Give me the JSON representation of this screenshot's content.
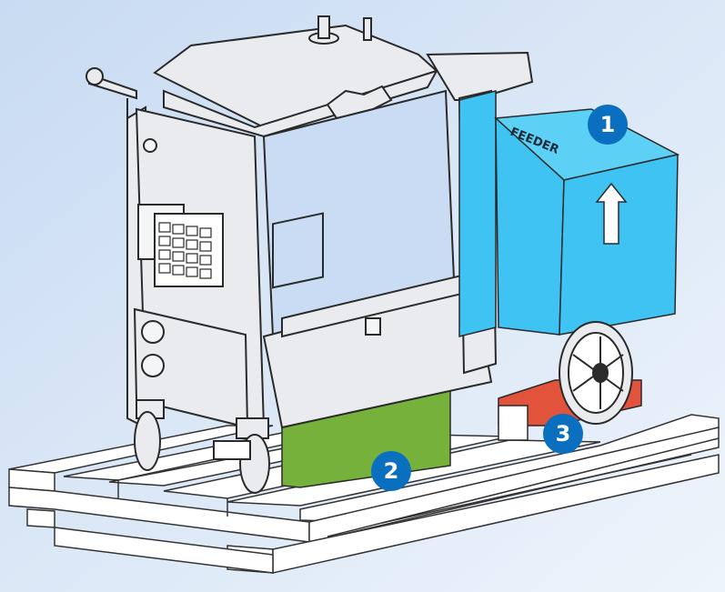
{
  "colors": {
    "background_top": "#c8dbf2",
    "background_bottom": "#eef4fb",
    "machine_fill": "#e9ebee",
    "machine_stroke": "#2a2a2a",
    "glass": "#c9dcf3",
    "feeder_box": "#3fc3f2",
    "ballast_box": "#76b13b",
    "wheel_chock": "#e2533c",
    "badge": "#0b6fbf"
  },
  "box_label": "FEEDER",
  "callouts": [
    {
      "number": "1",
      "part": "feeder-box"
    },
    {
      "number": "2",
      "part": "ballast-block"
    },
    {
      "number": "3",
      "part": "wheel-chock"
    }
  ]
}
